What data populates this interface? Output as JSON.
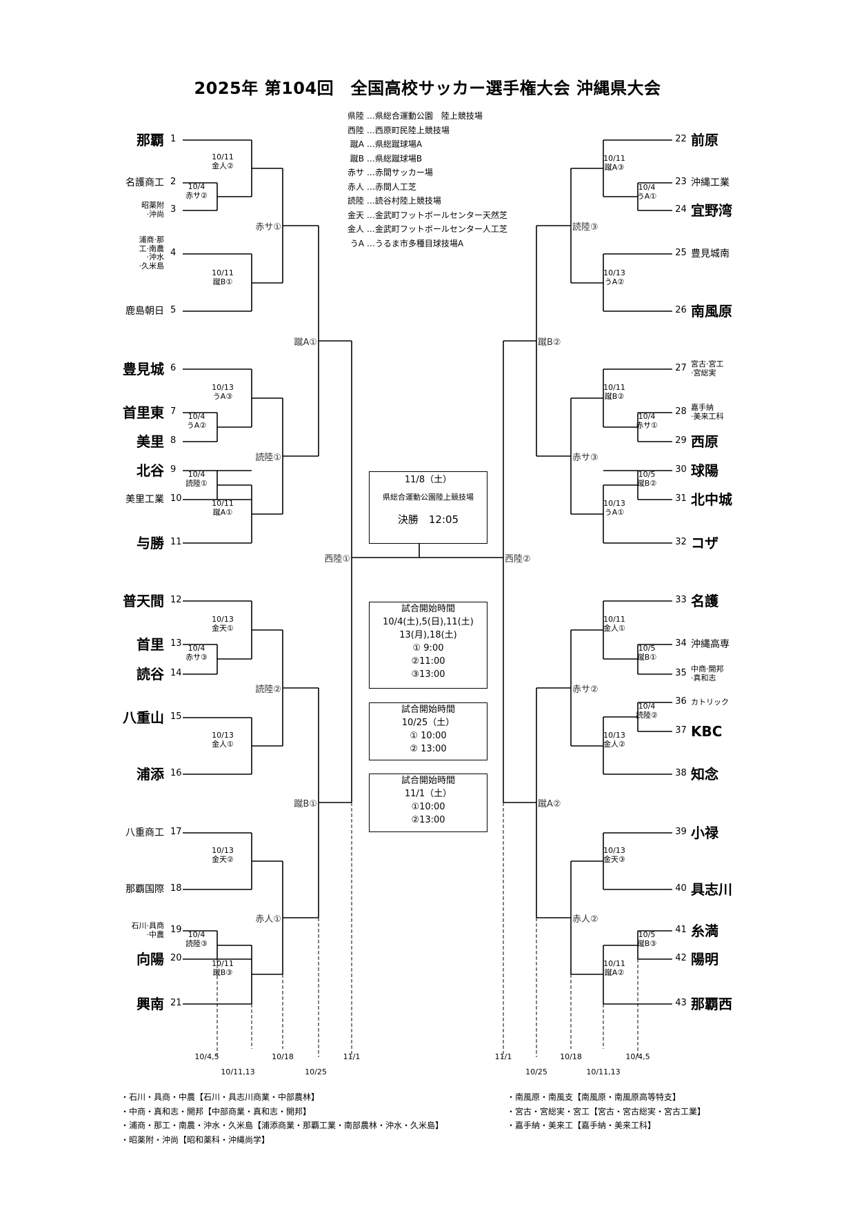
{
  "title": "2025年 第104回　全国高校サッカー選手権大会 沖縄県大会",
  "legend": [
    {
      "abbr": "県陸",
      "name": "…県総合運動公園　陸上競技場"
    },
    {
      "abbr": "西陸",
      "name": "…西原町民陸上競技場"
    },
    {
      "abbr": "蹴A",
      "name": "…県総蹴球場A"
    },
    {
      "abbr": "蹴B",
      "name": "…県総蹴球場B"
    },
    {
      "abbr": "赤サ",
      "name": "…赤間サッカー場"
    },
    {
      "abbr": "赤人",
      "name": "…赤間人工芝"
    },
    {
      "abbr": "読陸",
      "name": "…読谷村陸上競技場"
    },
    {
      "abbr": "金天",
      "name": "…金武町フットボールセンター天然芝"
    },
    {
      "abbr": "金人",
      "name": "…金武町フットボールセンター人工芝"
    },
    {
      "abbr": "うA",
      "name": "…うるま市多種目球技場A"
    }
  ],
  "teams_left": [
    {
      "seed": "1",
      "name": "那覇"
    },
    {
      "seed": "2",
      "name": "名護商工"
    },
    {
      "seed": "3",
      "name": "昭薬附\n·沖尚"
    },
    {
      "seed": "4",
      "name": "浦商·那\n工·南農\n·沖水\n·久米島"
    },
    {
      "seed": "5",
      "name": "鹿島朝日"
    },
    {
      "seed": "6",
      "name": "豊見城"
    },
    {
      "seed": "7",
      "name": "首里東"
    },
    {
      "seed": "8",
      "name": "美里"
    },
    {
      "seed": "9",
      "name": "北谷"
    },
    {
      "seed": "10",
      "name": "美里工業"
    },
    {
      "seed": "11",
      "name": "与勝"
    },
    {
      "seed": "12",
      "name": "普天間"
    },
    {
      "seed": "13",
      "name": "首里"
    },
    {
      "seed": "14",
      "name": "読谷"
    },
    {
      "seed": "15",
      "name": "八重山"
    },
    {
      "seed": "16",
      "name": "浦添"
    },
    {
      "seed": "17",
      "name": "八重商工"
    },
    {
      "seed": "18",
      "name": "那覇国際"
    },
    {
      "seed": "19",
      "name": "石川·具商\n·中農"
    },
    {
      "seed": "20",
      "name": "向陽"
    },
    {
      "seed": "21",
      "name": "興南"
    }
  ],
  "teams_right": [
    {
      "seed": "22",
      "name": "前原"
    },
    {
      "seed": "23",
      "name": "沖縄工業"
    },
    {
      "seed": "24",
      "name": "宜野湾"
    },
    {
      "seed": "25",
      "name": "豊見城南"
    },
    {
      "seed": "26",
      "name": "南風原"
    },
    {
      "seed": "27",
      "name": "宮古·宮工\n·宮総実"
    },
    {
      "seed": "28",
      "name": "嘉手納\n·美来工科"
    },
    {
      "seed": "29",
      "name": "西原"
    },
    {
      "seed": "30",
      "name": "球陽"
    },
    {
      "seed": "31",
      "name": "北中城"
    },
    {
      "seed": "32",
      "name": "コザ"
    },
    {
      "seed": "33",
      "name": "名護"
    },
    {
      "seed": "34",
      "name": "沖縄高専"
    },
    {
      "seed": "35",
      "name": "中商·開邦\n·真和志"
    },
    {
      "seed": "36",
      "name": "カトリック"
    },
    {
      "seed": "37",
      "name": "KBC"
    },
    {
      "seed": "38",
      "name": "知念"
    },
    {
      "seed": "39",
      "name": "小禄"
    },
    {
      "seed": "40",
      "name": "具志川"
    },
    {
      "seed": "41",
      "name": "糸満"
    },
    {
      "seed": "42",
      "name": "陽明"
    },
    {
      "seed": "43",
      "name": "那覇西"
    }
  ],
  "match_labels": [
    {
      "date": "10/4",
      "venue": "赤サ②"
    },
    {
      "date": "10/11",
      "venue": "金人②"
    },
    {
      "date": "10/11",
      "venue": "蹴B①"
    },
    {
      "date": "10/4",
      "venue": "うA②"
    },
    {
      "date": "10/13",
      "venue": "うA③"
    },
    {
      "date": "10/4",
      "venue": "読陸①"
    },
    {
      "date": "10/11",
      "venue": "蹴A①"
    },
    {
      "date": "10/4",
      "venue": "赤サ③"
    },
    {
      "date": "10/13",
      "venue": "金天①"
    },
    {
      "date": "10/13",
      "venue": "金人①"
    },
    {
      "date": "10/13",
      "venue": "金天②"
    },
    {
      "date": "10/4",
      "venue": "読陸③"
    },
    {
      "date": "10/11",
      "venue": "蹴B③"
    },
    {
      "date": "10/4",
      "venue": "うA①"
    },
    {
      "date": "10/11",
      "venue": "蹴A③"
    },
    {
      "date": "10/13",
      "venue": "うA②"
    },
    {
      "date": "10/4",
      "venue": "赤サ①"
    },
    {
      "date": "10/11",
      "venue": "蹴B②"
    },
    {
      "date": "10/5",
      "venue": "蹴B②"
    },
    {
      "date": "10/13",
      "venue": "うA①"
    },
    {
      "date": "10/5",
      "venue": "蹴B①"
    },
    {
      "date": "10/11",
      "venue": "金人①"
    },
    {
      "date": "10/4",
      "venue": "読陸②"
    },
    {
      "date": "10/13",
      "venue": "金人②"
    },
    {
      "date": "10/13",
      "venue": "金天③"
    },
    {
      "date": "10/5",
      "venue": "蹴B③"
    },
    {
      "date": "10/11",
      "venue": "蹴A②"
    }
  ],
  "round_labels": {
    "r3_left": [
      "赤サ①",
      "読陸①",
      "読陸②",
      "赤人①"
    ],
    "r4_left": [
      "蹴A①",
      "蹴B①"
    ],
    "sf_left": "西陸①",
    "r3_right": [
      "読陸③",
      "赤サ③",
      "赤サ②",
      "赤人②"
    ],
    "r4_right": [
      "蹴B②",
      "蹴A②"
    ],
    "sf_right": "西陸②"
  },
  "final_box": {
    "date": "11/8（土）",
    "venue": "県総合運動公園陸上競技場",
    "match": "決勝　12:05"
  },
  "time_boxes": [
    {
      "title": "試合開始時間",
      "lines": [
        "10/4(土),5(日),11(土)",
        "13(月),18(土)",
        "① 9:00",
        "②11:00",
        "③13:00"
      ]
    },
    {
      "title": "試合開始時間",
      "lines": [
        "10/25（土）",
        "① 10:00",
        "② 13:00"
      ]
    },
    {
      "title": "試合開始時間",
      "lines": [
        "11/1（土）",
        "①10:00",
        "②13:00"
      ]
    }
  ],
  "bottom_dates_left": [
    "10/4,5",
    "10/11,13",
    "10/18",
    "10/25",
    "11/1"
  ],
  "bottom_dates_right": [
    "11/1",
    "10/25",
    "10/18",
    "10/11,13",
    "10/4,5"
  ],
  "notes_left": [
    "・石川・具商・中農【石川・具志川商業・中部農林】",
    "・中商・真和志・開邦【中部商業・真和志・開邦】",
    "・浦商・那工・南農・沖水・久米島【浦添商業・那覇工業・南部農林・沖水・久米島】",
    "・昭薬附・沖尚【昭和薬科・沖縄尚学】"
  ],
  "notes_right": [
    "・南風原・南風支【南風原・南風原高等特支】",
    "・宮古・宮総実・宮工【宮古・宮古総実・宮古工業】",
    "・嘉手納・美来工【嘉手納・美来工科】"
  ]
}
